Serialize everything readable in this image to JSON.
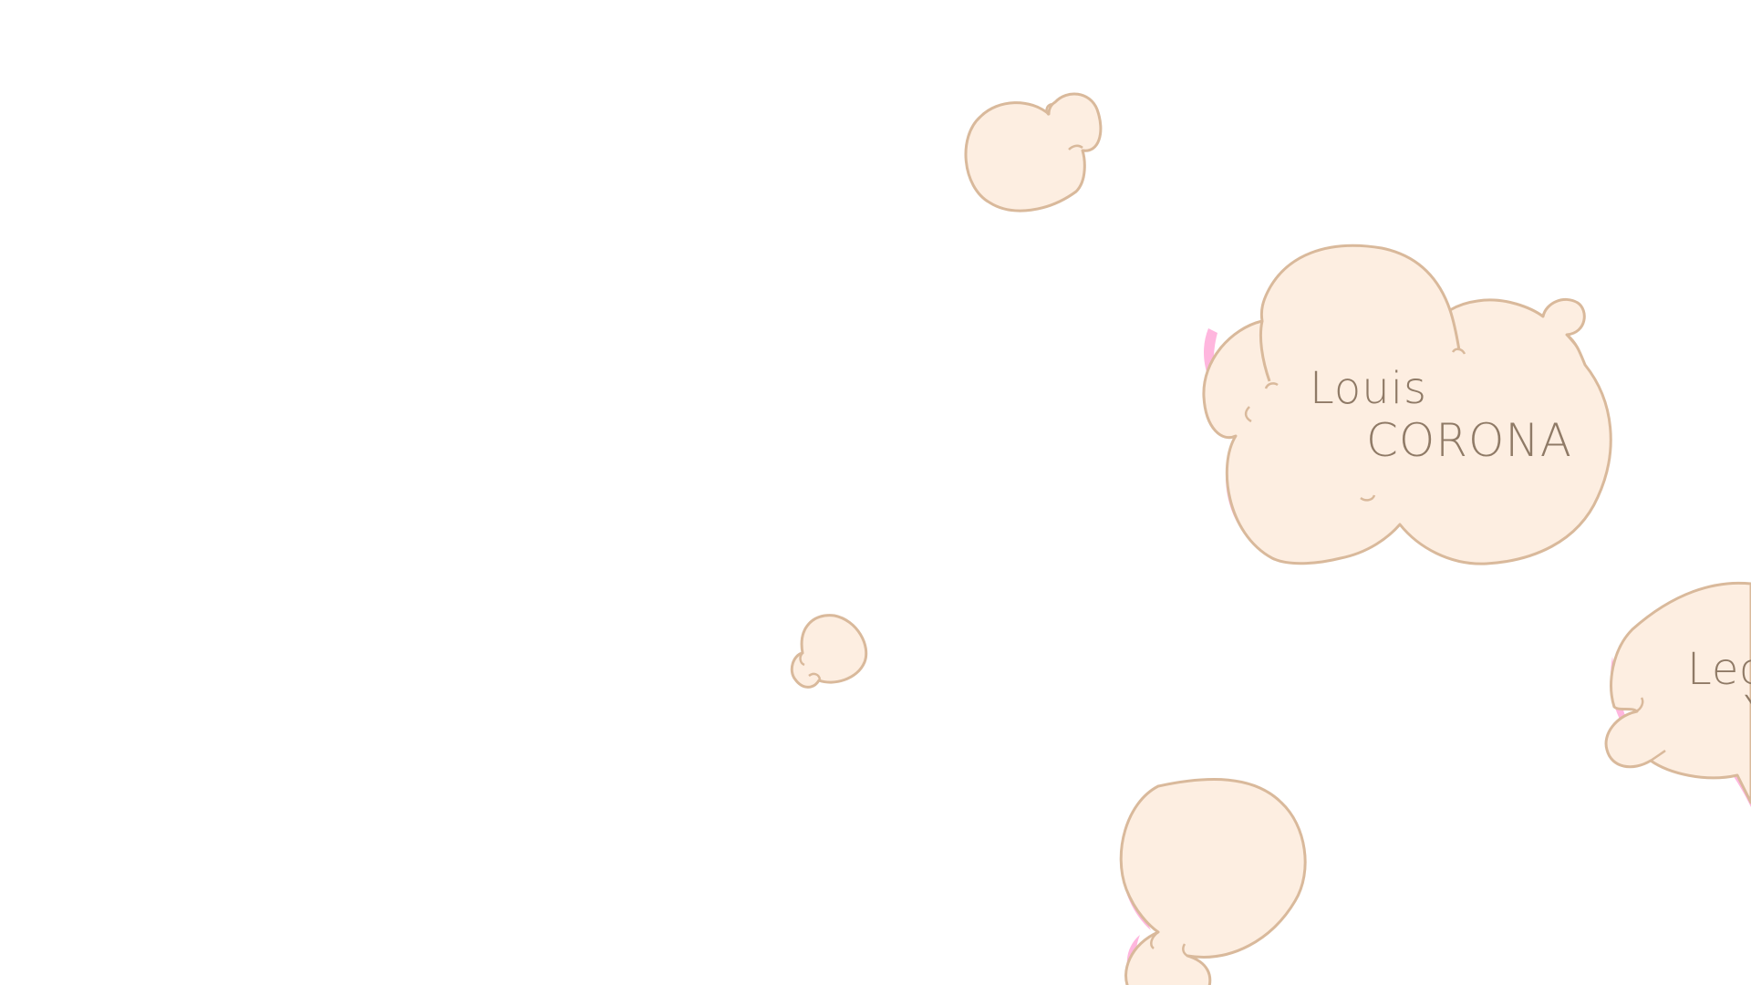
{
  "colors": {
    "background": "#ffffff",
    "cloud_fill": "#fdeee1",
    "cloud_outline": "#d9b99b",
    "cloud_shadow": "#ffb6de",
    "label_text": "#8f7a66"
  },
  "clouds": [
    {
      "id": "louis-corona",
      "first_name": "Louis",
      "last_name": "CORONA"
    },
    {
      "id": "partial-right",
      "first_name": "Lec",
      "last_name": "Y"
    }
  ]
}
